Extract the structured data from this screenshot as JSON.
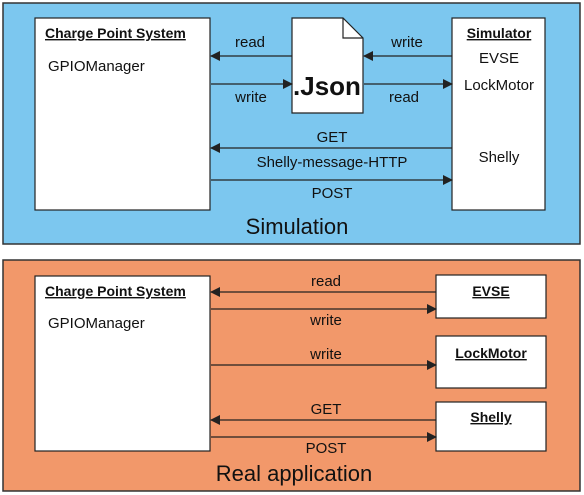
{
  "simulation": {
    "title": "Simulation",
    "bg_color": "#7cc7ef",
    "cps": {
      "title": "Charge Point System",
      "item": "GPIOManager"
    },
    "file": {
      "label": ".Json"
    },
    "simulator": {
      "title": "Simulator",
      "items": [
        "EVSE",
        "LockMotor",
        "Shelly"
      ]
    },
    "arrows": {
      "cps_read": "read",
      "cps_write": "write",
      "sim_write": "write",
      "sim_read": "read",
      "get": "GET",
      "shelly_msg": "Shelly-message-HTTP",
      "post": "POST"
    }
  },
  "real": {
    "title": "Real application",
    "bg_color": "#f2986a",
    "cps": {
      "title": "Charge Point System",
      "item": "GPIOManager"
    },
    "devices": {
      "evse": "EVSE",
      "lockmotor": "LockMotor",
      "shelly": "Shelly"
    },
    "arrows": {
      "evse_read": "read",
      "evse_write": "write",
      "lock_write": "write",
      "get": "GET",
      "post": "POST"
    }
  }
}
